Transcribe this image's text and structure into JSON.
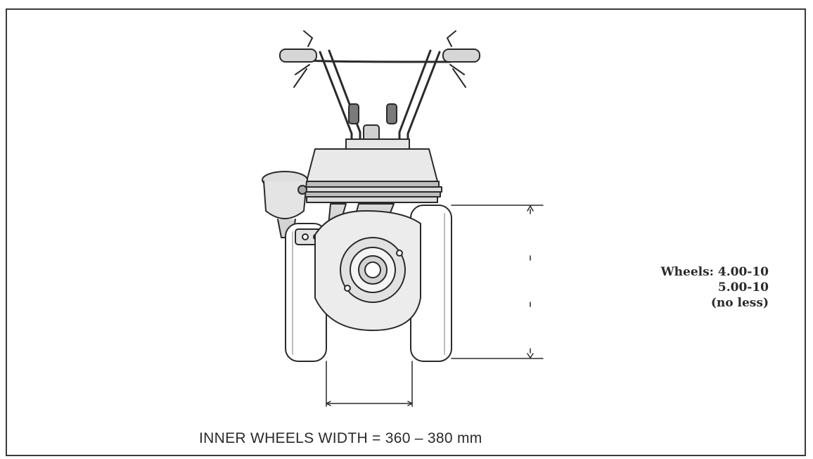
{
  "specs": {
    "line1": "Wheels: 4.00-10",
    "line2": "5.00-10",
    "line3": "(no less)"
  },
  "caption": {
    "text": "INNER WHEELS WIDTH = 360 – 380 mm"
  },
  "colors": {
    "ink": "#2a2a2a",
    "shade": "#bdbdbd"
  },
  "icons": {
    "machine": "walk-behind-tractor-front-view"
  }
}
